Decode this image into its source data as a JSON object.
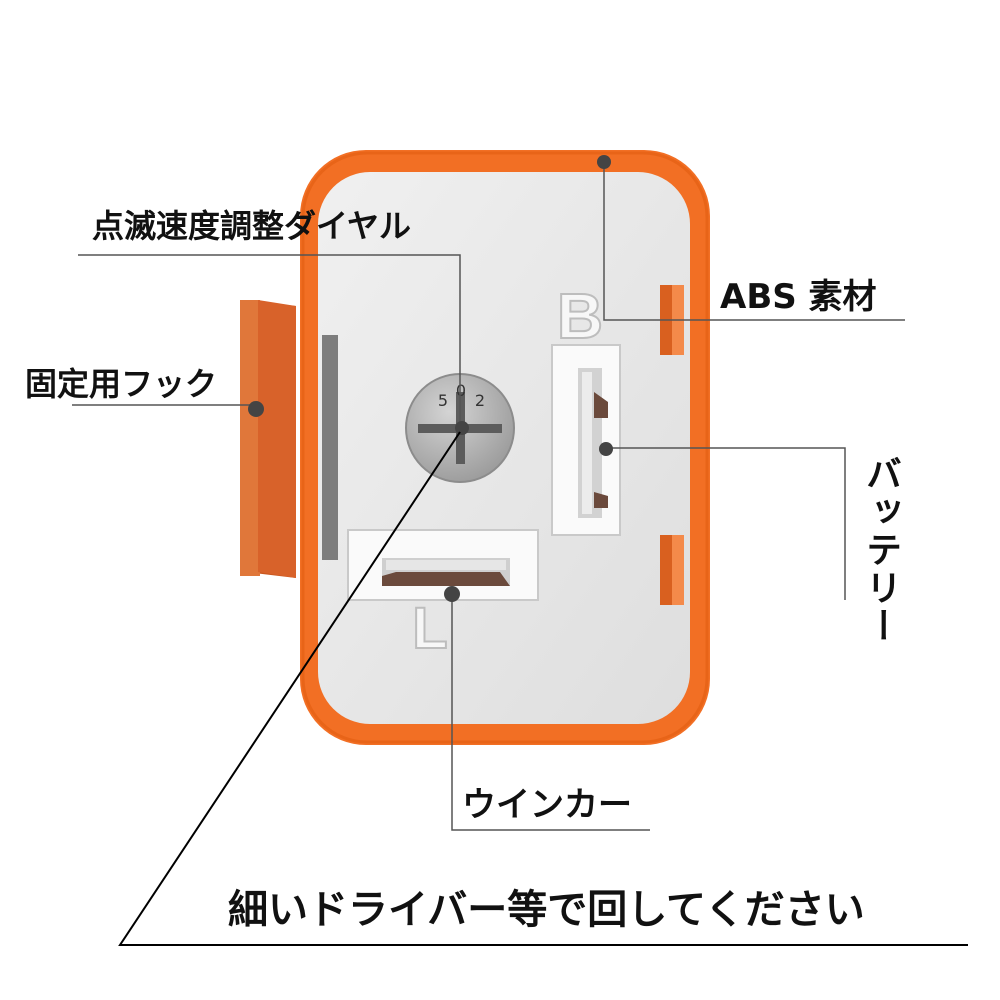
{
  "labels": {
    "dial": "点滅速度調整ダイヤル",
    "hook": "固定用フック",
    "abs": "ABS 素材",
    "battery": "バッテリー",
    "winker": "ウインカー",
    "instruction": "細いドライバー等で回してください"
  },
  "dial_marks": {
    "left": "5",
    "center": "0",
    "right": "2"
  },
  "terminal_marks": {
    "top": "B",
    "bottom": "L"
  },
  "colors": {
    "housing_orange": "#f26f24",
    "hook_orange": "#d8622a",
    "body_gray": "#e5e5e5",
    "leader_line": "#555555",
    "instruction_line": "#000000"
  }
}
